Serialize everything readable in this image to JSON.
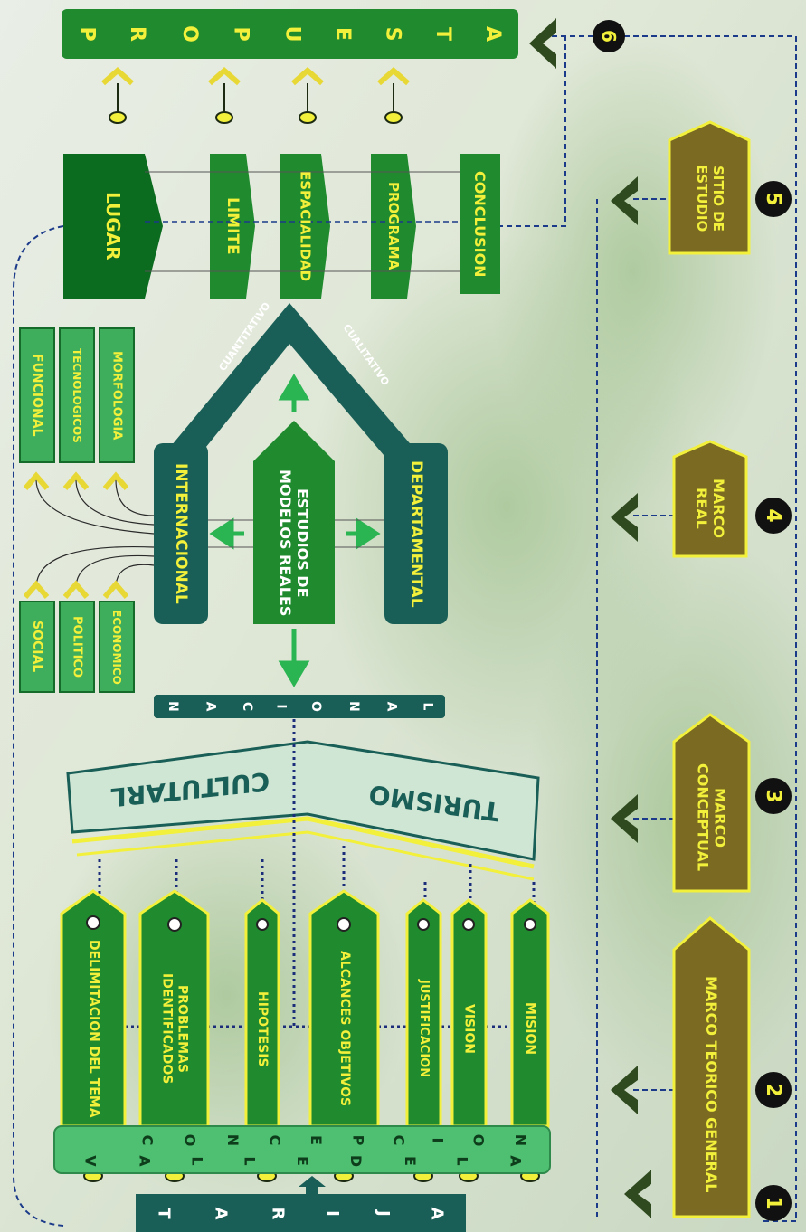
{
  "colors": {
    "dark_green": "#0b6b1e",
    "mid_green": "#1f8a2e",
    "light_green": "#4fbf6b",
    "teal": "#155e55",
    "pale_teal": "#cfe8d6",
    "olive": "#6b6a2a",
    "yellow": "#f2f03a",
    "chevron_dark": "#2f4a1e"
  },
  "top": {
    "propuesta": "P R O P U E S T A",
    "letters": [
      "P",
      "R",
      "O",
      "P",
      "U",
      "E",
      "S",
      "T",
      "A"
    ]
  },
  "left_col": {
    "tarija_letters": [
      "T",
      "A",
      "R",
      "I",
      "J",
      "A"
    ],
    "valle_row1": [
      "V",
      "A",
      "L",
      "L",
      "E",
      "D",
      "E",
      "L",
      "A"
    ],
    "valle_row2": [
      "C",
      "O",
      "N",
      "C",
      "E",
      "P",
      "C",
      "I",
      "O",
      "N"
    ]
  },
  "items": {
    "delimitacion": "DELIMITACION DEL TEMA",
    "problemas": "PROBLEMAS IDENTIFICADOS",
    "hipotesis": "HIPOTESIS",
    "alcances": "ALCANCES OBJETIVOS",
    "justificacion": "JUSTIFICACION",
    "vision": "VISION",
    "mision": "MISION"
  },
  "banner": {
    "culturarl": "CULTUTARL",
    "turismo": "TURISMO"
  },
  "nacional_letters": [
    "N",
    "A",
    "C",
    "I",
    "O",
    "N",
    "A",
    "L"
  ],
  "models": {
    "internacional": "INTERNACIONAL",
    "estudios": "ESTUDIOS DE MODELOS REALES",
    "departamental": "DEPARTAMENTAL",
    "cuantitativo": "CUANTITATIVO",
    "cualitativo": "CUALITATIVO"
  },
  "aspects_left": [
    "SOCIAL",
    "POLITICO",
    "ECONOMICO"
  ],
  "aspects_right": [
    "FUNCIONAL",
    "TECNOLOGICOS",
    "MORFOLOGIA"
  ],
  "analysis": {
    "lugar": "LUGAR",
    "limite": "LIMITE",
    "espacialidad": "ESPACIALIDAD",
    "programa": "PROGRAMA",
    "conclusion": "CONCLUSION"
  },
  "marcos": [
    {
      "num": "1",
      "label": ""
    },
    {
      "num": "2",
      "label": "MARCO TEORICO GENERAL"
    },
    {
      "num": "3",
      "label": "MARCO CONCEPTUAL"
    },
    {
      "num": "4",
      "label": "MARCO REAL"
    },
    {
      "num": "5",
      "label": "SITIO DE ESTUDIO"
    },
    {
      "num": "6",
      "label": ""
    }
  ]
}
